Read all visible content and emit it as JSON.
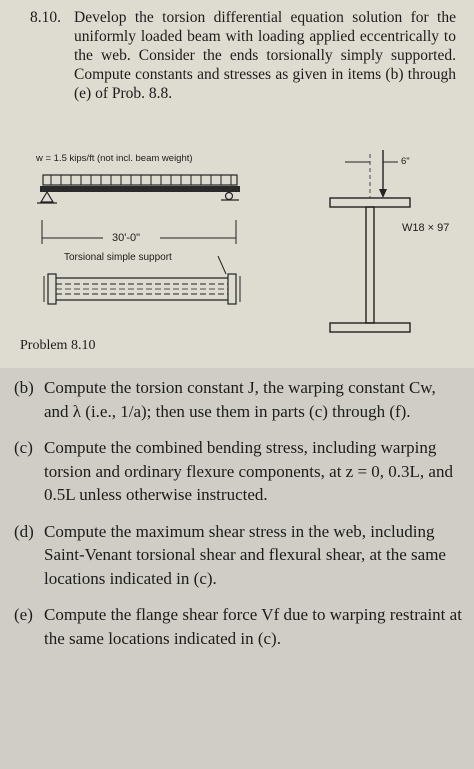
{
  "problem": {
    "number": "8.10.",
    "text": "Develop the torsion differential equation solution for the uniformly loaded beam with loading applied eccentrically to the web. Consider the ends torsionally simply supported. Compute constants and stresses as given in items (b) through (e) of Prob. 8.8."
  },
  "figure": {
    "load_label": "w = 1.5 kips/ft (not incl. beam weight)",
    "span_label": "30'-0\"",
    "support_label": "Torsional simple support",
    "eccentricity_label": "6\"",
    "section_label": "W18 × 97",
    "caption": "Problem 8.10"
  },
  "items": [
    {
      "label": "(b)",
      "text": "Compute the torsion constant J, the warping constant Cw, and λ (i.e., 1/a); then use them in parts (c) through (f)."
    },
    {
      "label": "(c)",
      "text": "Compute the combined bending stress, including warping torsion and ordinary flexure components, at z = 0, 0.3L, and 0.5L unless otherwise instructed."
    },
    {
      "label": "(d)",
      "text": "Compute the maximum shear stress in the web, including Saint-Venant torsional shear and flexural shear, at the same locations indicated in (c)."
    },
    {
      "label": "(e)",
      "text": "Compute the flange shear force Vf due to warping restraint at the same locations indicated in (c)."
    }
  ]
}
